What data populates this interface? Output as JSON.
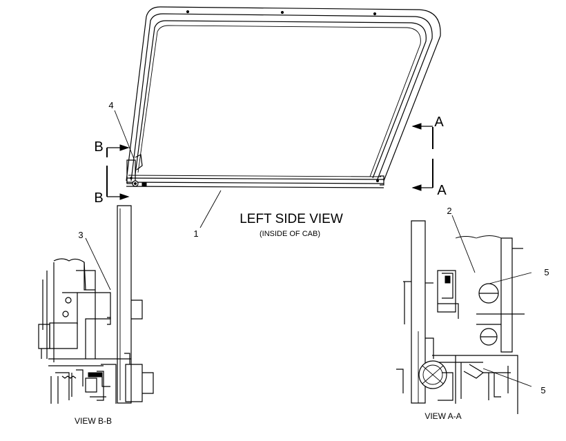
{
  "main_view": {
    "title": "LEFT SIDE VIEW",
    "subtitle": "(INSIDE OF CAB)"
  },
  "section_markers": {
    "a_top": "A",
    "a_bottom": "A",
    "b_top": "B",
    "b_bottom": "B"
  },
  "callouts": {
    "c1": "1",
    "c2": "2",
    "c3": "3",
    "c4": "4",
    "c5_upper": "5",
    "c5_lower": "5"
  },
  "detail_views": {
    "view_bb": "VIEW B-B",
    "view_aa": "VIEW A-A"
  }
}
